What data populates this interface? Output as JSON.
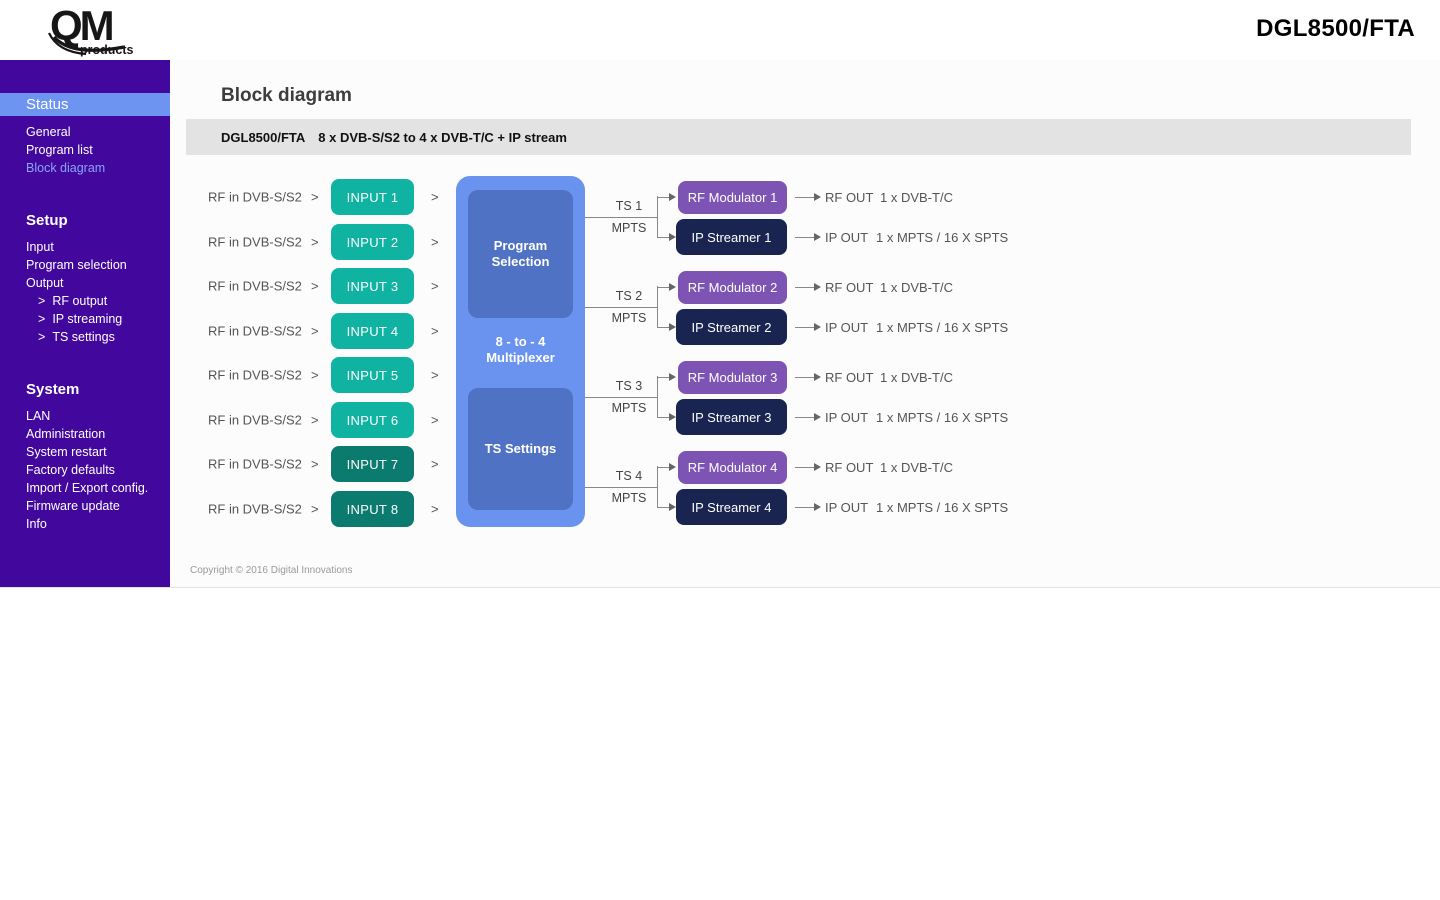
{
  "header": {
    "logo_text": "QM",
    "logo_subtext": "products",
    "product_title": "DGL8500/FTA"
  },
  "sidebar": {
    "sub_prefix": ">",
    "sections": [
      {
        "title": "Status",
        "items": [
          {
            "label": "General"
          },
          {
            "label": "Program list"
          },
          {
            "label": "Block diagram",
            "active": true
          }
        ]
      },
      {
        "title": "Setup",
        "items": [
          {
            "label": "Input"
          },
          {
            "label": "Program selection"
          },
          {
            "label": "Output"
          },
          {
            "label": "RF output",
            "sub": true
          },
          {
            "label": "IP streaming",
            "sub": true
          },
          {
            "label": "TS settings",
            "sub": true
          }
        ]
      },
      {
        "title": "System",
        "items": [
          {
            "label": "LAN"
          },
          {
            "label": "Administration"
          },
          {
            "label": "System restart"
          },
          {
            "label": "Factory defaults"
          },
          {
            "label": "Import / Export config."
          },
          {
            "label": "Firmware update"
          },
          {
            "label": "Info"
          }
        ]
      }
    ]
  },
  "main": {
    "page_title": "Block diagram",
    "banner": {
      "model": "DGL8500/FTA",
      "description": "8 x DVB-S/S2 to 4 x DVB-T/C + IP stream"
    },
    "chevron": ">",
    "inputs": [
      {
        "label": "RF in DVB-S/S2",
        "button": "INPUT 1"
      },
      {
        "label": "RF in DVB-S/S2",
        "button": "INPUT 2"
      },
      {
        "label": "RF in DVB-S/S2",
        "button": "INPUT 3"
      },
      {
        "label": "RF in DVB-S/S2",
        "button": "INPUT 4"
      },
      {
        "label": "RF in DVB-S/S2",
        "button": "INPUT 5"
      },
      {
        "label": "RF in DVB-S/S2",
        "button": "INPUT 6"
      },
      {
        "label": "RF in DVB-S/S2",
        "button": "INPUT 7"
      },
      {
        "label": "RF in DVB-S/S2",
        "button": "INPUT 8"
      }
    ],
    "multiplexer": {
      "program_selection": "Program Selection",
      "mux_label": "8 - to - 4 Multiplexer",
      "ts_settings": "TS Settings"
    },
    "groups": [
      {
        "ts": "TS 1",
        "mpts": "MPTS",
        "modulator": "RF Modulator 1",
        "streamer": "IP Streamer 1",
        "rf_out": "RF OUT",
        "rf_out_value": "1 x DVB-T/C",
        "ip_out": "IP OUT",
        "ip_out_value": "1 x MPTS / 16 X SPTS"
      },
      {
        "ts": "TS 2",
        "mpts": "MPTS",
        "modulator": "RF Modulator 2",
        "streamer": "IP Streamer 2",
        "rf_out": "RF OUT",
        "rf_out_value": "1 x DVB-T/C",
        "ip_out": "IP OUT",
        "ip_out_value": "1 x MPTS / 16 X SPTS"
      },
      {
        "ts": "TS 3",
        "mpts": "MPTS",
        "modulator": "RF Modulator 3",
        "streamer": "IP Streamer 3",
        "rf_out": "RF OUT",
        "rf_out_value": "1 x DVB-T/C",
        "ip_out": "IP OUT",
        "ip_out_value": "1 x MPTS / 16 X SPTS"
      },
      {
        "ts": "TS 4",
        "mpts": "MPTS",
        "modulator": "RF Modulator 4",
        "streamer": "IP Streamer 4",
        "rf_out": "RF OUT",
        "rf_out_value": "1 x DVB-T/C",
        "ip_out": "IP OUT",
        "ip_out_value": "1 x MPTS / 16 X SPTS"
      }
    ],
    "copyright": "Copyright © 2016 Digital Innovations"
  },
  "colors": {
    "sidebar_bg": "#42089d",
    "status_highlight": "#6e94f2",
    "active_link": "#8aa4f6",
    "input_teal": "#10b3a1",
    "input_teal_dark": "#0b7a6f",
    "mux_outer": "#6a93f0",
    "mux_inner": "#4f72c4",
    "modulator_purple": "#7d53b3",
    "streamer_navy": "#192450",
    "banner_bg": "#e3e3e3"
  }
}
